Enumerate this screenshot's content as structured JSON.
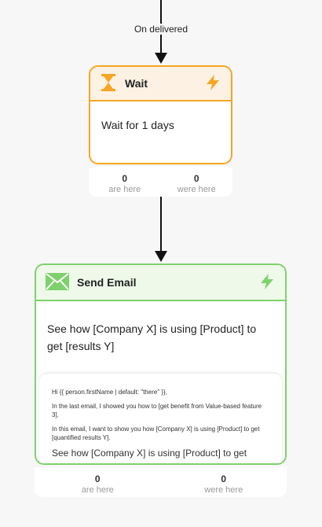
{
  "edge": {
    "label": "On delivered"
  },
  "wait_node": {
    "title": "Wait",
    "body": "Wait for 1 days",
    "icon": "hourglass-icon",
    "action_icon": "lightning-icon",
    "accent": "#f5a623",
    "stats": [
      {
        "value": "0",
        "label": "are here"
      },
      {
        "value": "0",
        "label": "were here"
      }
    ]
  },
  "email_node": {
    "title": "Send Email",
    "subject": "See how [Company X] is using [Product] to get [results Y]",
    "icon": "envelope-icon",
    "action_icon": "lightning-icon",
    "accent": "#7ed16c",
    "preview": {
      "greeting": "Hi {{ person.firstName | default: \"there\" }},",
      "para1": "In the last email, I showed you how to [get benefit from Value-based feature 3].",
      "para2": "In this email, I want to show you how [Company X] is using [Product] to get [quantified results Y].",
      "heading": "See how [Company X] is using [Product] to get"
    },
    "stats": [
      {
        "value": "0",
        "label": "are here"
      },
      {
        "value": "0",
        "label": "were here"
      }
    ]
  }
}
